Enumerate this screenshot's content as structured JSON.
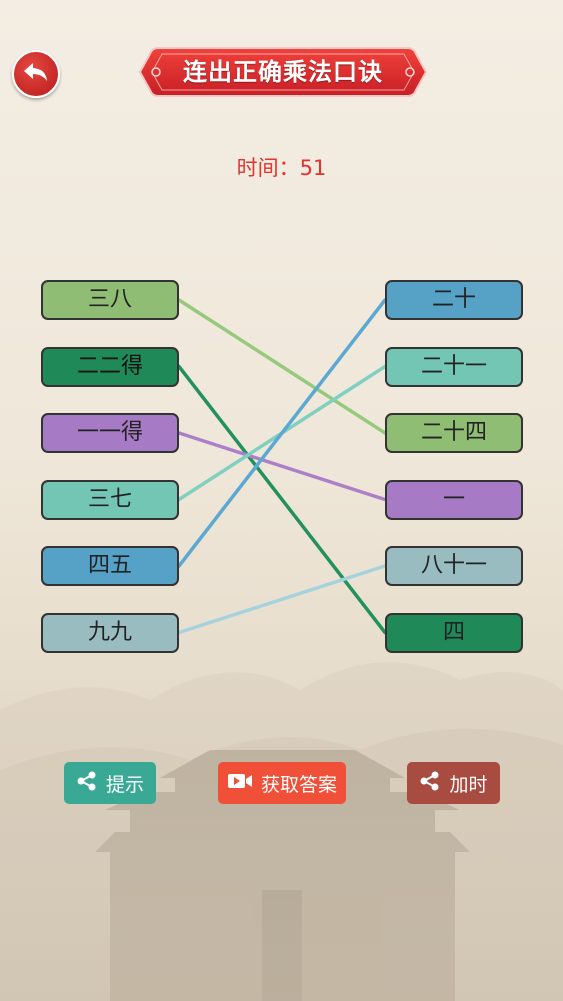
{
  "header": {
    "title": "连出正确乘法口诀",
    "back_icon": "back-arrow-icon"
  },
  "timer": {
    "label": "时间：",
    "value": "51"
  },
  "left_items": [
    {
      "label": "三八",
      "color": "#8fbd74"
    },
    {
      "label": "二二得",
      "color": "#1f8a58"
    },
    {
      "label": "一一得",
      "color": "#a67ac4"
    },
    {
      "label": "三七",
      "color": "#74c6b4"
    },
    {
      "label": "四五",
      "color": "#55a2c6"
    },
    {
      "label": "九九",
      "color": "#98bcbf"
    }
  ],
  "right_items": [
    {
      "label": "二十",
      "color": "#55a2c6"
    },
    {
      "label": "二十一",
      "color": "#74c6b4"
    },
    {
      "label": "二十四",
      "color": "#8fbd74"
    },
    {
      "label": "一",
      "color": "#a67ac4"
    },
    {
      "label": "八十一",
      "color": "#98bcbf"
    },
    {
      "label": "四",
      "color": "#1f8a58"
    }
  ],
  "connections": [
    {
      "from": 0,
      "to": 2,
      "color": "#96c97c"
    },
    {
      "from": 1,
      "to": 5,
      "color": "#23915d"
    },
    {
      "from": 2,
      "to": 3,
      "color": "#ac80c9"
    },
    {
      "from": 3,
      "to": 1,
      "color": "#7fd0c0"
    },
    {
      "from": 4,
      "to": 0,
      "color": "#5ba9d2"
    },
    {
      "from": 5,
      "to": 4,
      "color": "#a6d2de"
    }
  ],
  "actions": {
    "hint": {
      "label": "提示",
      "icon": "share-icon",
      "color": "#39a996"
    },
    "answer": {
      "label": "获取答案",
      "icon": "video-icon",
      "color": "#f05037"
    },
    "add_time": {
      "label": "加时",
      "icon": "share-icon",
      "color": "#a84b40"
    }
  }
}
